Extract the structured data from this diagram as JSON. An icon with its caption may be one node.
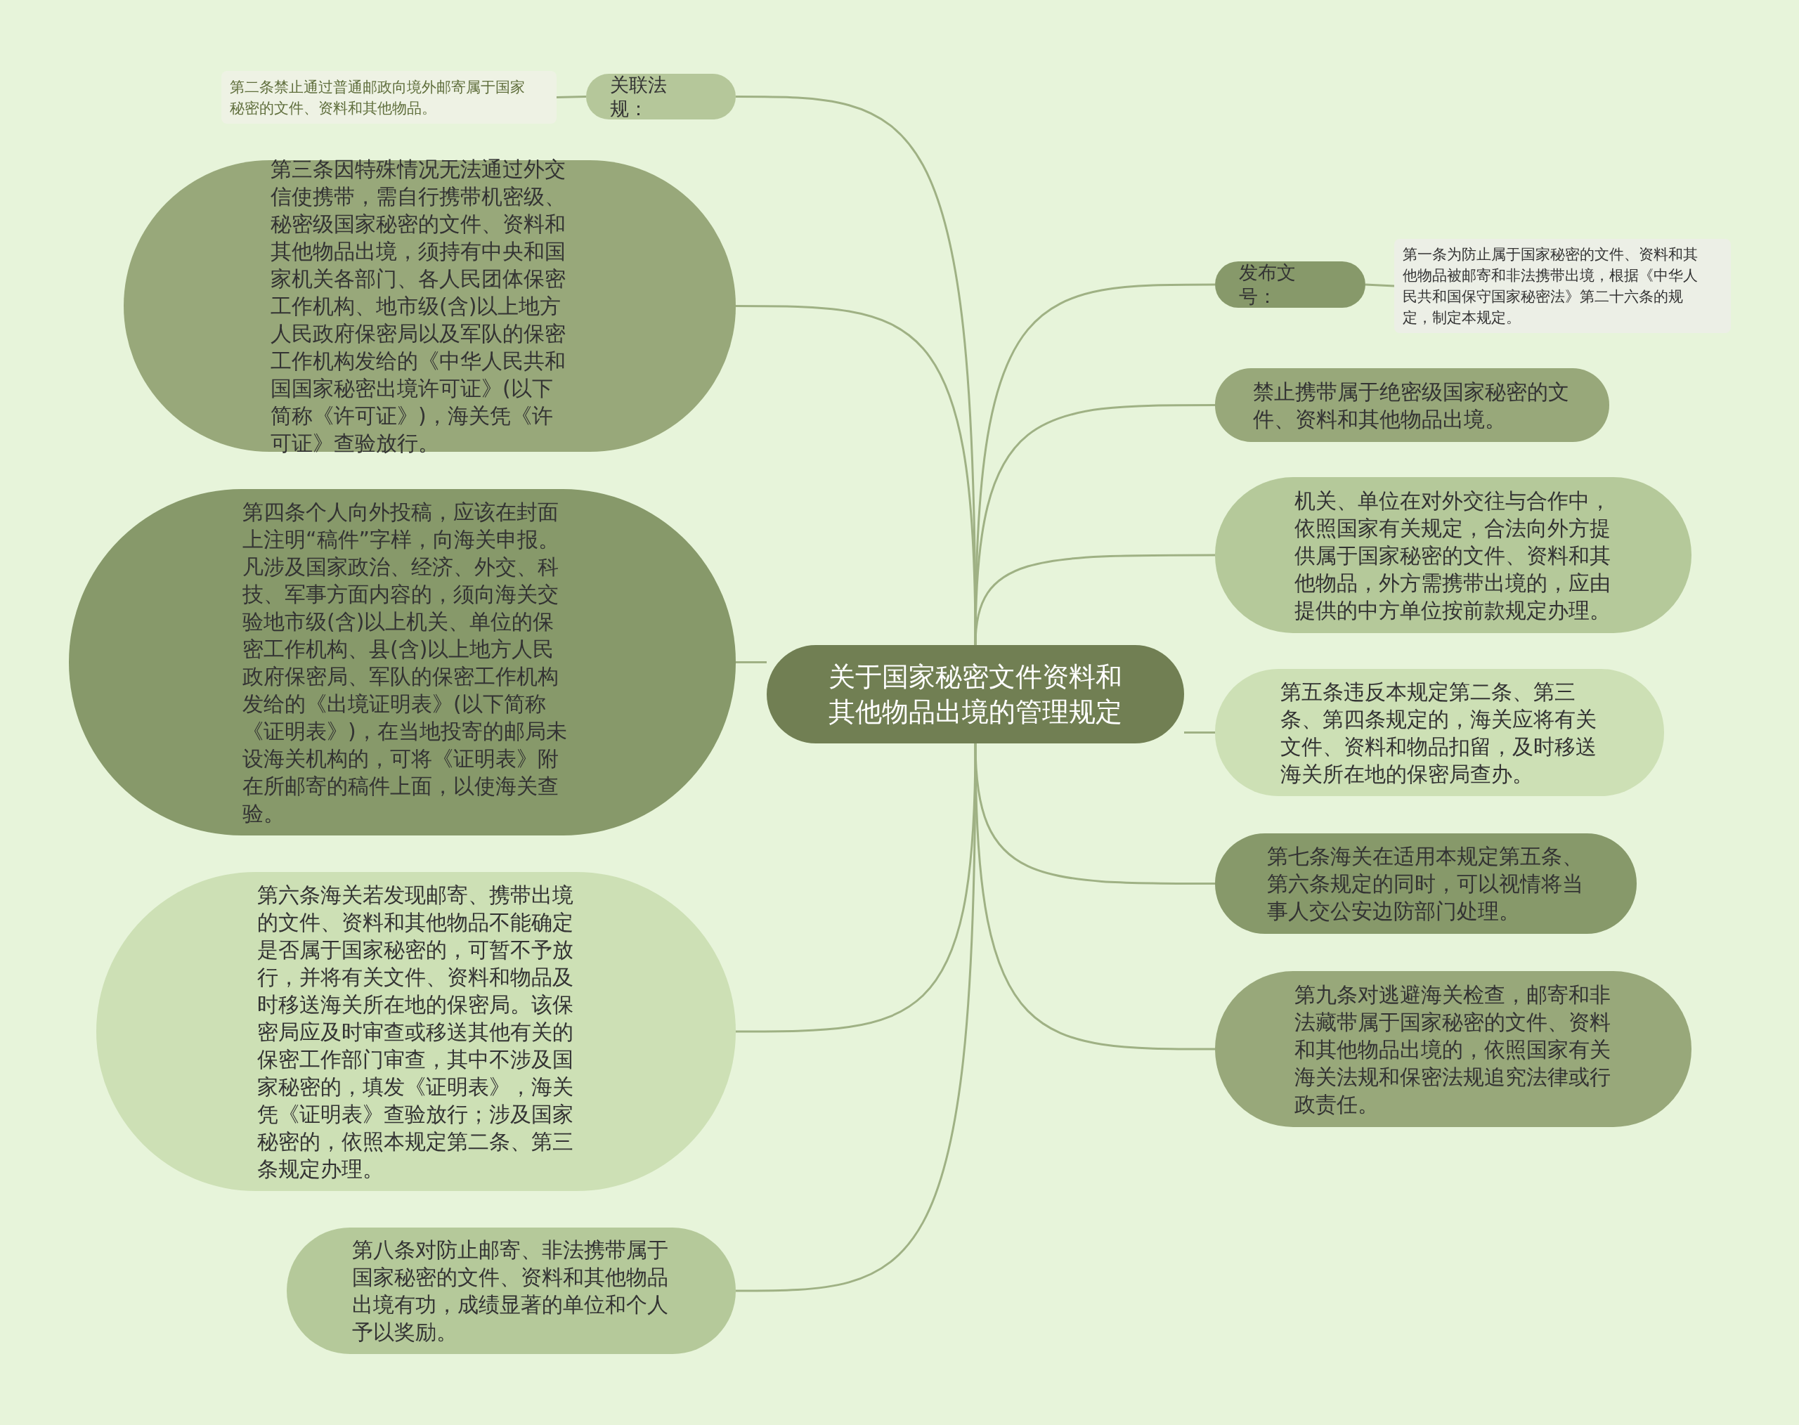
{
  "diagram": {
    "nodes": [
      {
        "text": [
          "关于国家秘密文件资料和其他物品出境的管理规定"
        ]
      },
      {
        "text": [
          "关联法规："
        ]
      },
      {
        "text": [
          "第二条禁止通过普通邮政向境外邮寄属于国家秘密的文件、资料和其他物品。"
        ]
      },
      {
        "text": [
          "第三条因特殊情况无法通过外交信使携带，需自行携带机密级、秘密级国家秘密的文件、资料和其他物品出境，须持有中央和国家机关各部门、各人民团体保密工作机构、地市级(含)以上地方人民政府保密局以及军队的保密工作机构发给的《中华人民共和国国家秘密出境许可证》(以下简称《许可证》)，海关凭《许可证》查验放行。"
        ]
      },
      {
        "text": [
          "第四条个人向外投稿，应该在封面上注明“稿件”字样，向海关申报。凡涉及国家政治、经济、外交、科技、军事方面内容的，须向海关交验地市级(含)以上机关、单位的保密工作机构、县(含)以上地方人民政府保密局、军队的保密工作机构发给的《出境证明表》(以下简称《证明表》)，在当地投寄的邮局未设海关机构的，可将《证明表》附在所邮寄的稿件上面，以使海关查验。"
        ]
      },
      {
        "text": [
          "第六条海关若发现邮寄、携带出境的文件、资料和其他物品不能确定是否属于国家秘密的，可暂不予放行，并将有关文件、资料和物品及时移送海关所在地的保密局。该保密局应及时审查或移送其他有关的保密工作部门审查，其中不涉及国家秘密的，填发《证明表》，海关凭《证明表》查验放行；涉及国家秘密的，依照本规定第二条、第三条规定办理。"
        ]
      },
      {
        "text": [
          "第八条对防止邮寄、非法携带属于国家秘密的文件、资料和其他物品出境有功，成绩显著的单位和个人予以奖励。"
        ]
      },
      {
        "text": [
          "发布文号："
        ]
      },
      {
        "text": [
          "第一条为防止属于国家秘密的文件、资料和其他物品被邮寄和非法携带出境，根据《中华人民共和国保守国家秘密法》第二十六条的规定，制定本规定。"
        ]
      },
      {
        "text": [
          "禁止携带属于绝密级国家秘密的文件、资料和其他物品出境。"
        ]
      },
      {
        "text": [
          "机关、单位在对外交往与合作中，依照国家有关规定，合法向外方提供属于国家秘密的文件、资料和其他物品，外方需携带出境的，应由提供的中方单位按前款规定办理。"
        ]
      },
      {
        "text": [
          "第五条违反本规定第二条、第三条、第四条规定的，海关应将有关文件、资料和物品扣留，及时移送海关所在地的保密局查办。"
        ]
      },
      {
        "text": [
          "第七条海关在适用本规定第五条、第六条规定的同时，可以视情将当事人交公安边防部门处理。"
        ]
      },
      {
        "text": [
          "第九条对逃避海关检查，邮寄和非法藏带属于国家秘密的文件、资料和其他物品出境的，依照国家有关海关法规和保密法规追究法律或行政责任。"
        ]
      }
    ],
    "edges": [
      {
        "from": 0,
        "to": 1,
        "arrow": "none"
      },
      {
        "from": 1,
        "to": 2,
        "arrow": "none"
      },
      {
        "from": 0,
        "to": 3,
        "arrow": "none"
      },
      {
        "from": 0,
        "to": 4,
        "arrow": "none"
      },
      {
        "from": 0,
        "to": 5,
        "arrow": "none"
      },
      {
        "from": 0,
        "to": 6,
        "arrow": "none"
      },
      {
        "from": 0,
        "to": 7,
        "arrow": "none"
      },
      {
        "from": 7,
        "to": 8,
        "arrow": "none"
      },
      {
        "from": 0,
        "to": 9,
        "arrow": "none"
      },
      {
        "from": 0,
        "to": 10,
        "arrow": "none"
      },
      {
        "from": 0,
        "to": 11,
        "arrow": "none"
      },
      {
        "from": 0,
        "to": 12,
        "arrow": "none"
      },
      {
        "from": 0,
        "to": 13,
        "arrow": "none"
      }
    ]
  }
}
